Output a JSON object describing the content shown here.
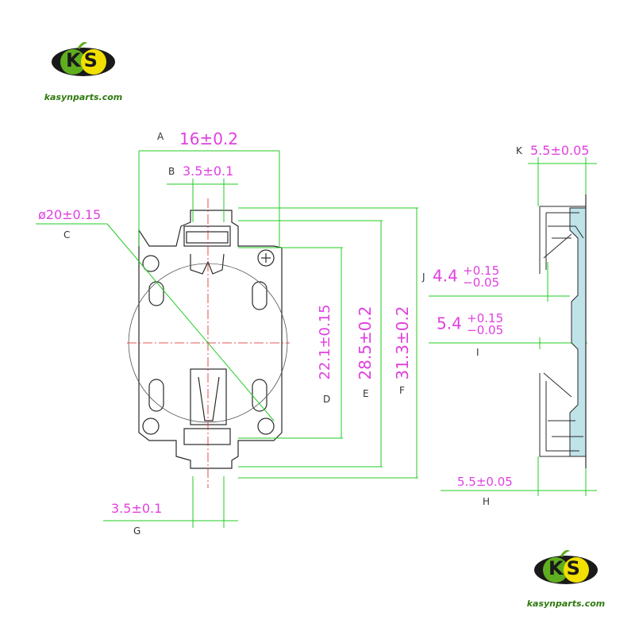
{
  "brand": {
    "initials": "KS",
    "website": "kasynparts.com",
    "colors": {
      "green": "#5fae1f",
      "yellow": "#f2e000",
      "dark": "#1a1a1a",
      "text_green": "#2f7a10"
    }
  },
  "colors": {
    "dimension_text": "#e040e0",
    "dimension_line": "#22cc22",
    "outline": "#2a2a2a",
    "centerline": "#e02020",
    "insulator_fill": "#bfe3e8"
  },
  "dimensions": {
    "A": {
      "letter": "A",
      "value": "16±0.2"
    },
    "B": {
      "letter": "B",
      "value": "3.5±0.1"
    },
    "C": {
      "letter": "C",
      "value": "ø20±0.15"
    },
    "D": {
      "letter": "D",
      "value": "22.1±0.15"
    },
    "E": {
      "letter": "E",
      "value": "28.5±0.2"
    },
    "F": {
      "letter": "F",
      "value": "31.3±0.2"
    },
    "G": {
      "letter": "G",
      "value": "3.5±0.1"
    },
    "H": {
      "letter": "H",
      "value": "5.5±0.05"
    },
    "I": {
      "letter": "I",
      "nominal": "5.4",
      "upper": "+0.15",
      "lower": "−0.05"
    },
    "J": {
      "letter": "J",
      "nominal": "4.4",
      "upper": "+0.15",
      "lower": "−0.05"
    },
    "K": {
      "letter": "K",
      "value": "5.5±0.05"
    }
  }
}
